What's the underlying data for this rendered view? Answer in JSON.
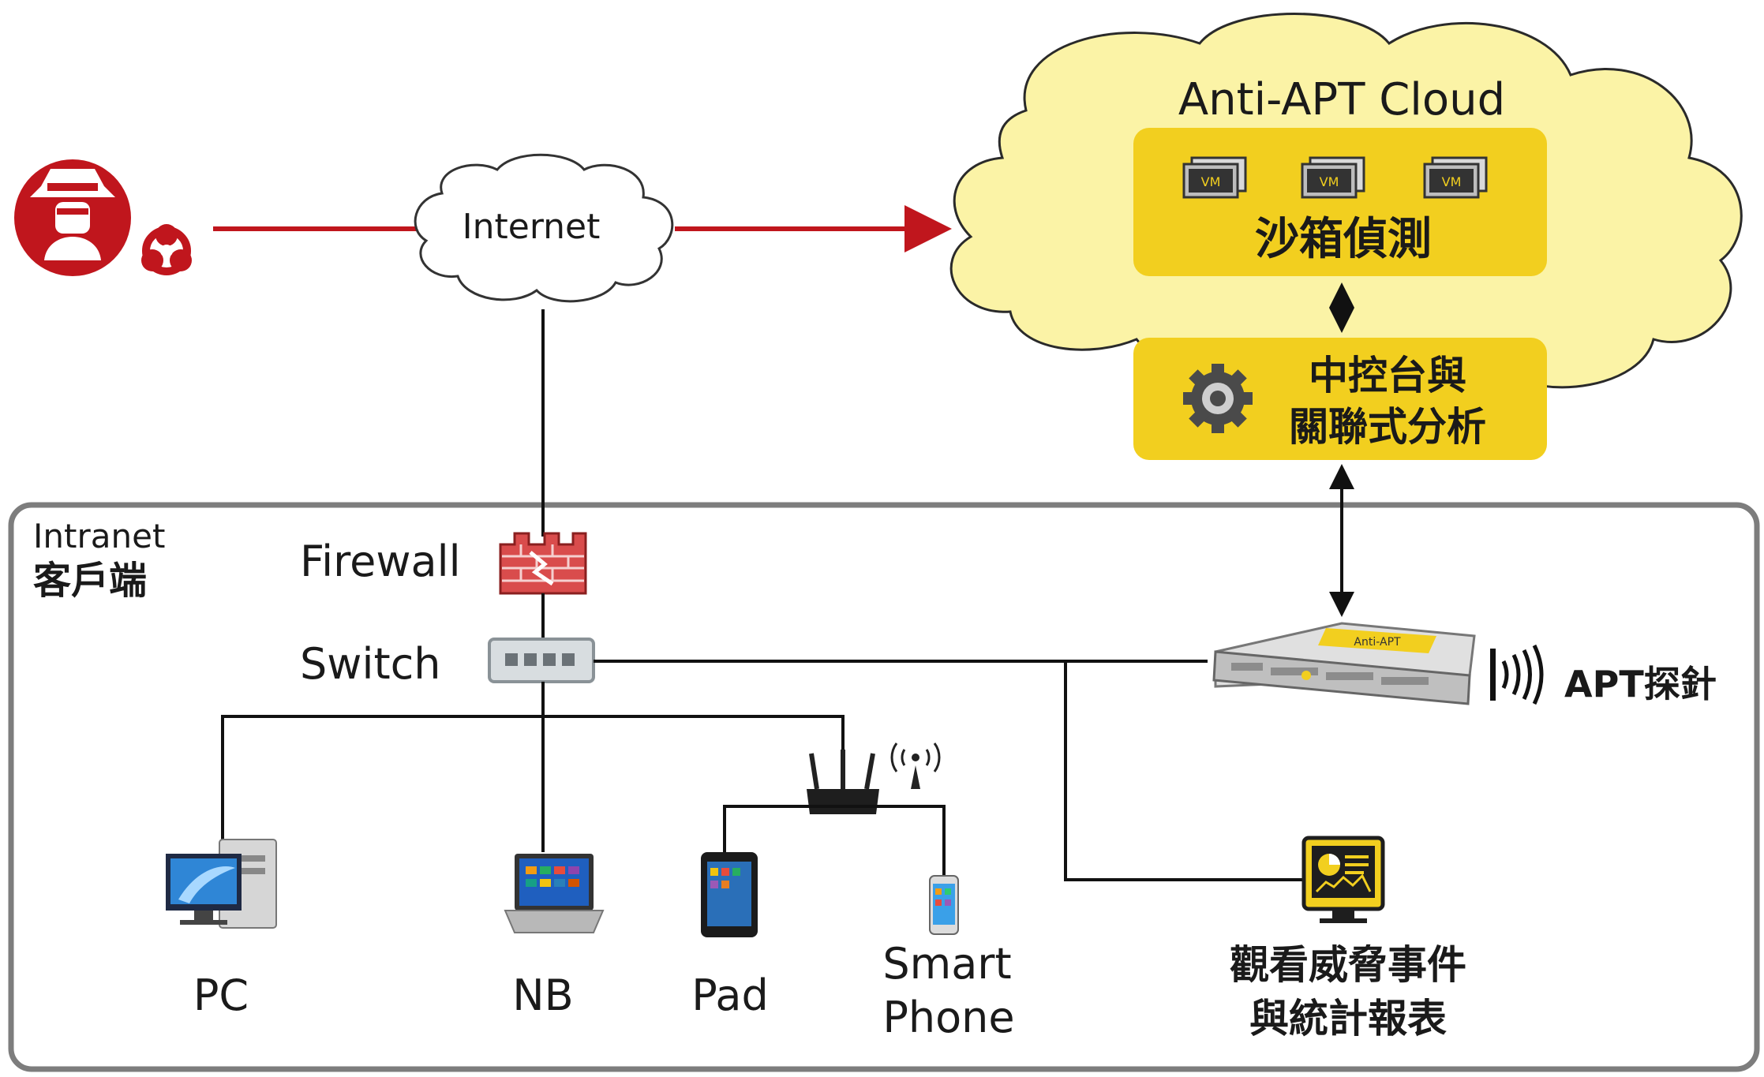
{
  "cloud": {
    "title": "Anti-APT Cloud",
    "vm_label": "VM",
    "sandbox": "沙箱偵測",
    "console_line1": "中控台與",
    "console_line2": "關聯式分析"
  },
  "internet": "Internet",
  "intranet": {
    "line1": "Intranet",
    "line2": "客戶端"
  },
  "firewall": "Firewall",
  "switch": "Switch",
  "server_brand": "Anti-APT",
  "probe": "APT探針",
  "devices": {
    "pc": "PC",
    "nb": "NB",
    "pad": "Pad",
    "phone_line1": "Smart",
    "phone_line2": "Phone"
  },
  "report": {
    "line1": "觀看威脅事件",
    "line2": "與統計報表"
  },
  "colors": {
    "attack_red": "#c0161d",
    "cloud_fill": "#fbf3a6",
    "box_yellow": "#f2cf1f",
    "frame_gray": "#7d7d7d"
  }
}
